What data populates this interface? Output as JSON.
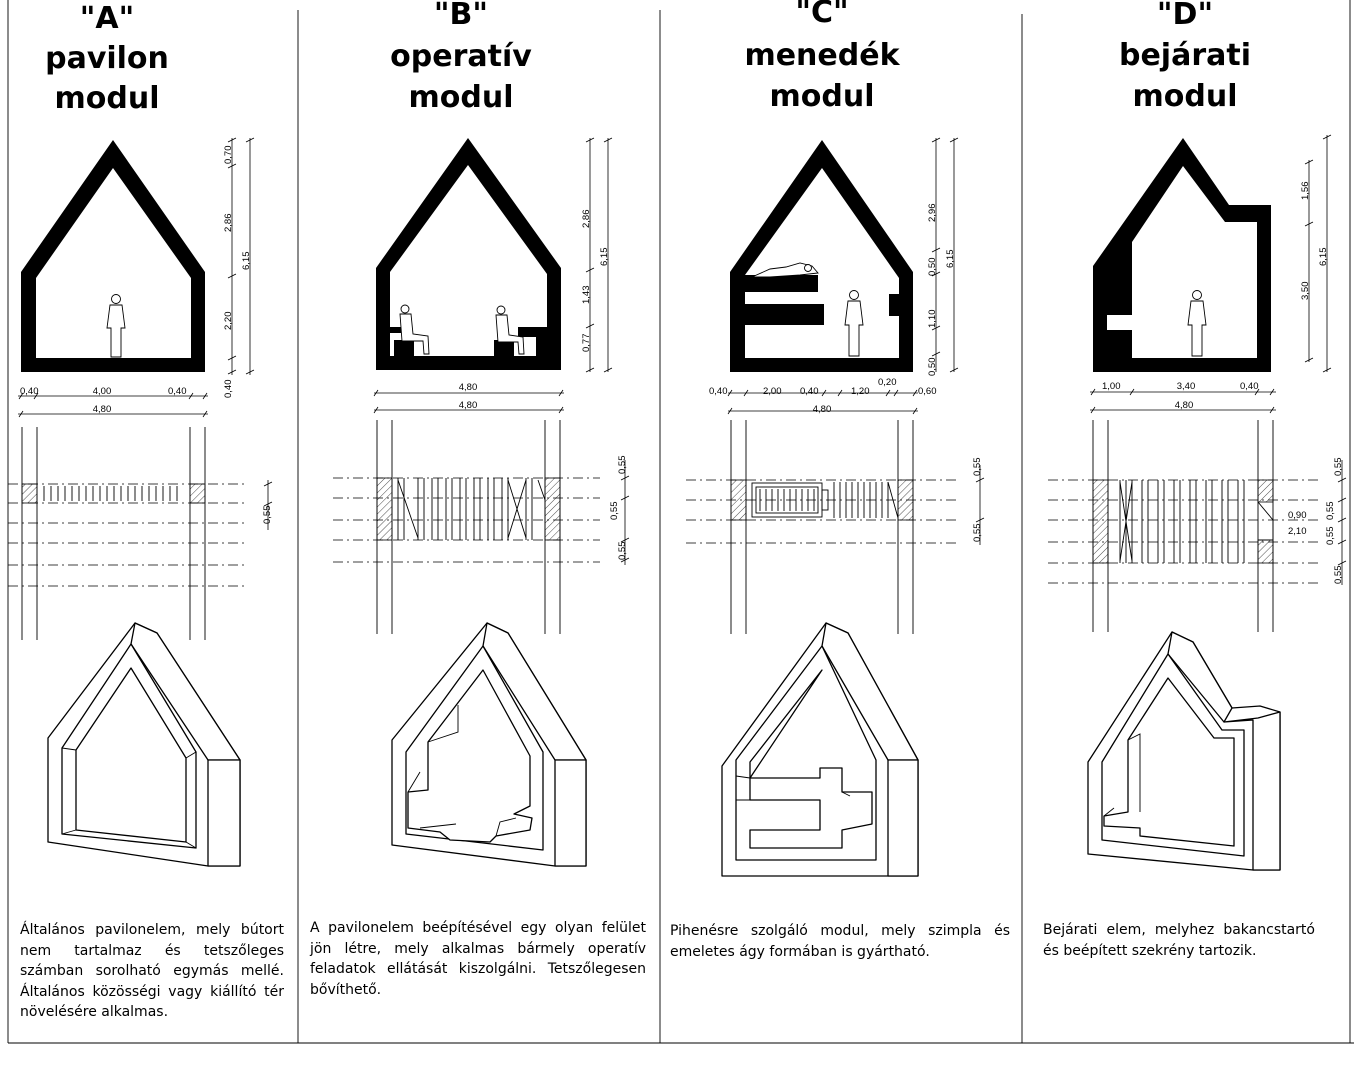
{
  "modules": [
    {
      "letter": "\"A\"",
      "name_line1": "pavilon",
      "name_line2": "modul",
      "description": "Általános pavilonelem, mely bútort nem tartalmaz és tetszőleges számban sorolható egymás mellé. Általános közösségi vagy kiállító tér növelésére alkalmas.",
      "vertical_dims": [
        "0,70",
        "2,86",
        "2,20",
        "0,40"
      ],
      "total_height": "6,15",
      "horizontal_dims": [
        "0,40",
        "4,00",
        "0,40"
      ],
      "total_width": "4,80",
      "plan_dims": [
        "0,55"
      ]
    },
    {
      "letter": "\"B\"",
      "name_line1": "operatív",
      "name_line2": "modul",
      "description": "A pavilonelem beépítésével egy olyan felület jön létre, mely alkalmas bármely operatív feladatok ellátását kiszolgálni. Tetszőlegesen bővíthető.",
      "vertical_dims": [
        "2,86",
        "1,43",
        "0,77"
      ],
      "total_height": "6,15",
      "horizontal_dims": [
        "4,80"
      ],
      "total_width": "4,80",
      "plan_dims": [
        "0,55",
        "0,55",
        "0,55"
      ]
    },
    {
      "letter": "\"C\"",
      "name_line1": "menedék",
      "name_line2": "modul",
      "description": "Pihenésre szolgáló modul, mely szimpla és emeletes ágy formában is gyártható.",
      "vertical_dims": [
        "2,96",
        "0,50",
        "1,10",
        "0,50"
      ],
      "total_height": "6,15",
      "horizontal_dims": [
        "0,40",
        "2,00",
        "0,40",
        "1,20",
        "0,20",
        "0,60"
      ],
      "total_width": "4,80",
      "plan_dims": [
        "0,55",
        "0,55"
      ]
    },
    {
      "letter": "\"D\"",
      "name_line1": "bejárati",
      "name_line2": "modul",
      "description": "Bejárati elem, melyhez bakancstartó és beépített szekrény tartozik.",
      "vertical_dims": [
        "1,56",
        "3,50"
      ],
      "total_height": "6,15",
      "horizontal_dims": [
        "1,00",
        "3,40",
        "0,40"
      ],
      "total_width": "4,80",
      "plan_dims": [
        "0,55",
        "0,55",
        "0,55",
        "0,55",
        "0,90",
        "2,10"
      ]
    }
  ]
}
